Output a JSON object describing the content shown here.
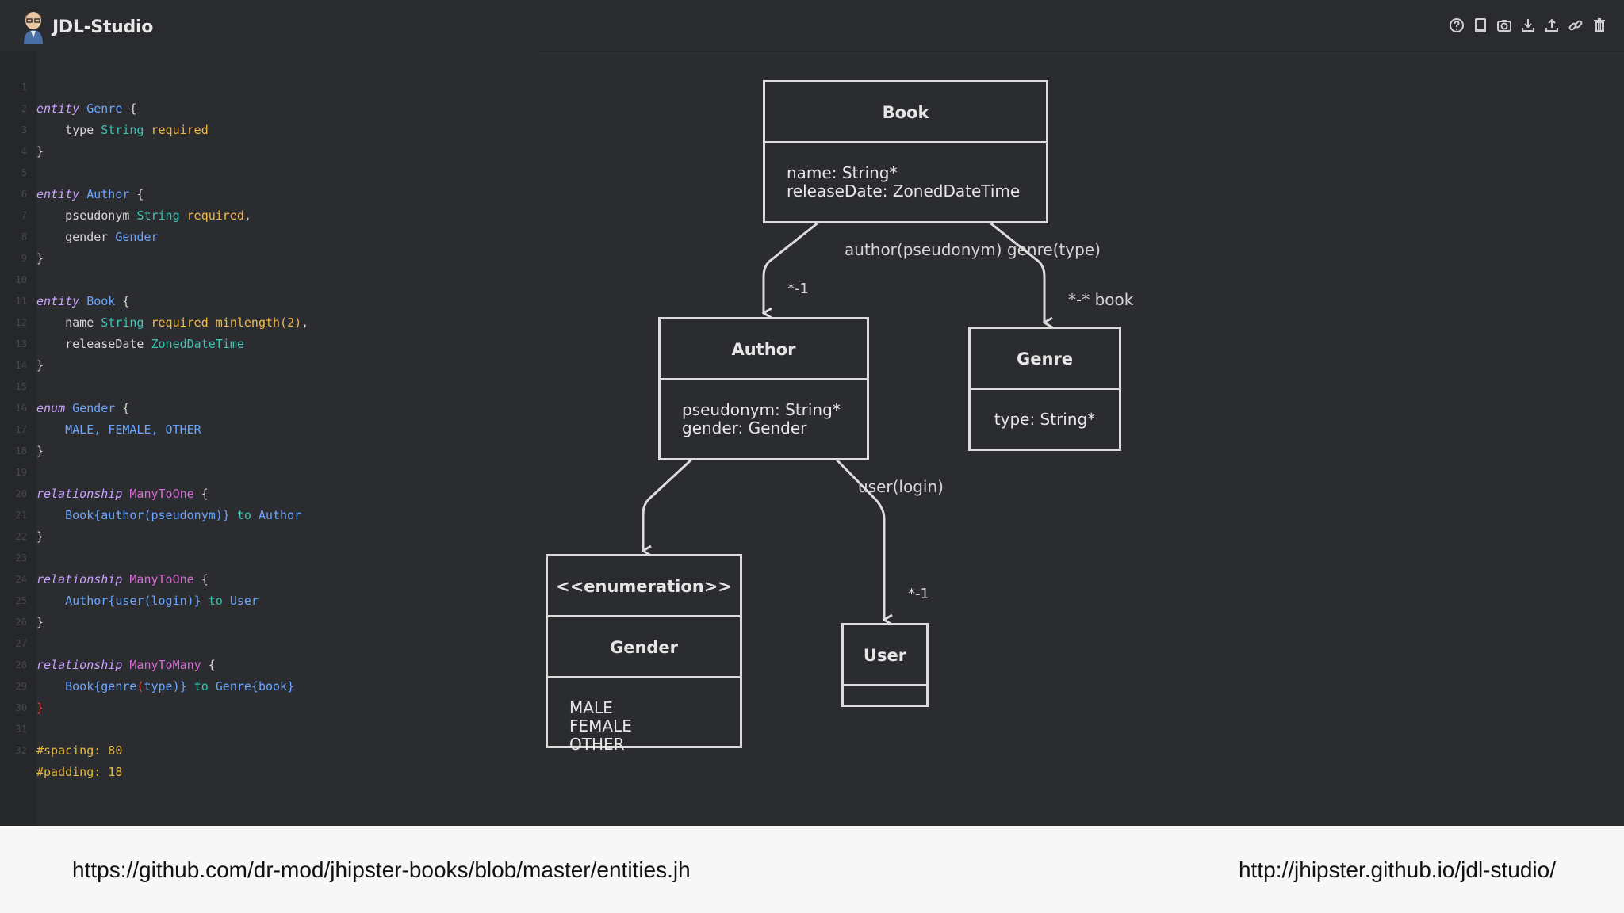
{
  "app": {
    "title": "JDL-Studio"
  },
  "toolbar": {
    "icons": [
      "help-icon",
      "document-icon",
      "camera-icon",
      "download-icon",
      "upload-icon",
      "link-icon",
      "trash-icon"
    ]
  },
  "editor": {
    "lines": [
      {
        "n": "1"
      },
      {
        "n": "2"
      },
      {
        "n": "3"
      },
      {
        "n": "4"
      },
      {
        "n": "5"
      },
      {
        "n": "6"
      },
      {
        "n": "7"
      },
      {
        "n": "8"
      },
      {
        "n": "9"
      },
      {
        "n": "10"
      },
      {
        "n": "11"
      },
      {
        "n": "12"
      },
      {
        "n": "13"
      },
      {
        "n": "14"
      },
      {
        "n": "15"
      },
      {
        "n": "16"
      },
      {
        "n": "17"
      },
      {
        "n": "18"
      },
      {
        "n": "19"
      },
      {
        "n": "20"
      },
      {
        "n": "21"
      },
      {
        "n": "22"
      },
      {
        "n": "23"
      },
      {
        "n": "24"
      },
      {
        "n": "25"
      },
      {
        "n": "26"
      },
      {
        "n": "27"
      },
      {
        "n": "28"
      },
      {
        "n": "29"
      },
      {
        "n": "30"
      },
      {
        "n": "31"
      },
      {
        "n": "32"
      }
    ],
    "t": {
      "entity": "entity",
      "enum": "enum",
      "relationship": "relationship",
      "genre": "Genre",
      "author": "Author",
      "book": "Book",
      "gender": "Gender",
      "user": "User",
      "open": " {",
      "close": "}",
      "indent": "    ",
      "type_field": "type",
      "pseudonym_field": "pseudonym",
      "gender_field": "gender",
      "name_field": "name",
      "releaseDate_field": "releaseDate",
      "String": "String",
      "ZonedDateTime": "ZonedDateTime",
      "required": "required",
      "minlength": "minlength(2)",
      "comma": ",",
      "enum_values": "MALE, FEMALE, OTHER",
      "ManyToOne": "ManyToOne",
      "ManyToMany": "ManyToMany",
      "rel1_from": "Book{author(pseudonym)}",
      "rel2_from": "Author{user(login)}",
      "rel3_from_a": "Book{genre",
      "rel3_paren": "(",
      "rel3_from_b": "type)}",
      "to": "to",
      "genre_book": "Genre{book}",
      "spacing": "#spacing: 80",
      "padding": "#padding: 18"
    }
  },
  "diagram": {
    "book": {
      "title": "Book",
      "attrs": [
        "name: String*",
        "releaseDate: ZonedDateTime"
      ]
    },
    "author": {
      "title": "Author",
      "attrs": [
        "pseudonym: String*",
        "gender: Gender"
      ]
    },
    "genre": {
      "title": "Genre",
      "attrs": [
        "type: String*"
      ]
    },
    "gender": {
      "stereotype": "<<enumeration>>",
      "title": "Gender",
      "attrs": [
        "MALE",
        "FEMALE",
        "OTHER"
      ]
    },
    "user": {
      "title": "User"
    },
    "labels": {
      "book_edges": "author(pseudonym) genre(type)",
      "author_mult": "*-1",
      "genre_mult": "*-* book",
      "user_login": "user(login)",
      "user_mult": "*-1"
    }
  },
  "footer": {
    "left_link": "https://github.com/dr-mod/jhipster-books/blob/master/entities.jh",
    "right_link": "http://jhipster.github.io/jdl-studio/"
  },
  "colors": {
    "background": "#2b2c30",
    "keyword": "#c9a1ff",
    "entity_name": "#6aa5ff",
    "type": "#3fc2b0",
    "required": "#f1b94a",
    "relationship_kind": "#d76ad6",
    "directive": "#e6b93d",
    "diagram_stroke": "#dcdcdc"
  }
}
